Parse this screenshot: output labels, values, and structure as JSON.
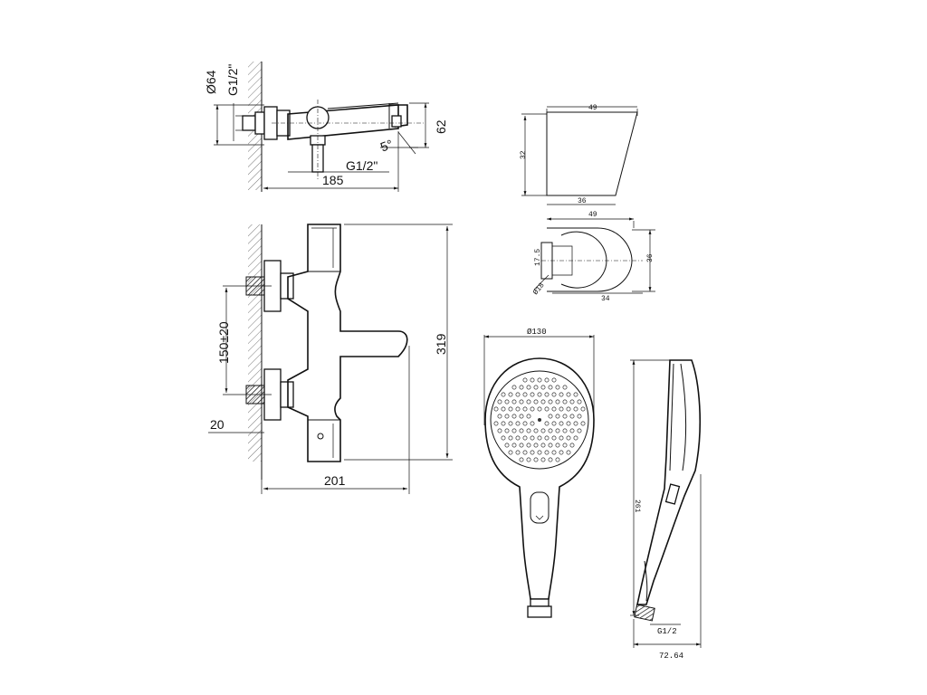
{
  "side_view": {
    "dia_body": "Ø64",
    "thread_top": "G1/2\"",
    "height": "62",
    "angle": "5°",
    "thread_bottom": "G1/2\"",
    "width": "185"
  },
  "front_view": {
    "spacing": "150±20",
    "wall_offset": "20",
    "height": "319",
    "width": "201"
  },
  "holder_side": {
    "top_width": "49",
    "height": "32",
    "bottom_width": "36"
  },
  "holder_top": {
    "width": "49",
    "depth": "36",
    "inner": "17.5",
    "dia": "Ø18",
    "offset": "34"
  },
  "head_front": {
    "dia": "Ø130"
  },
  "head_side": {
    "length": "261",
    "thread": "G1/2",
    "width": "72.64"
  }
}
